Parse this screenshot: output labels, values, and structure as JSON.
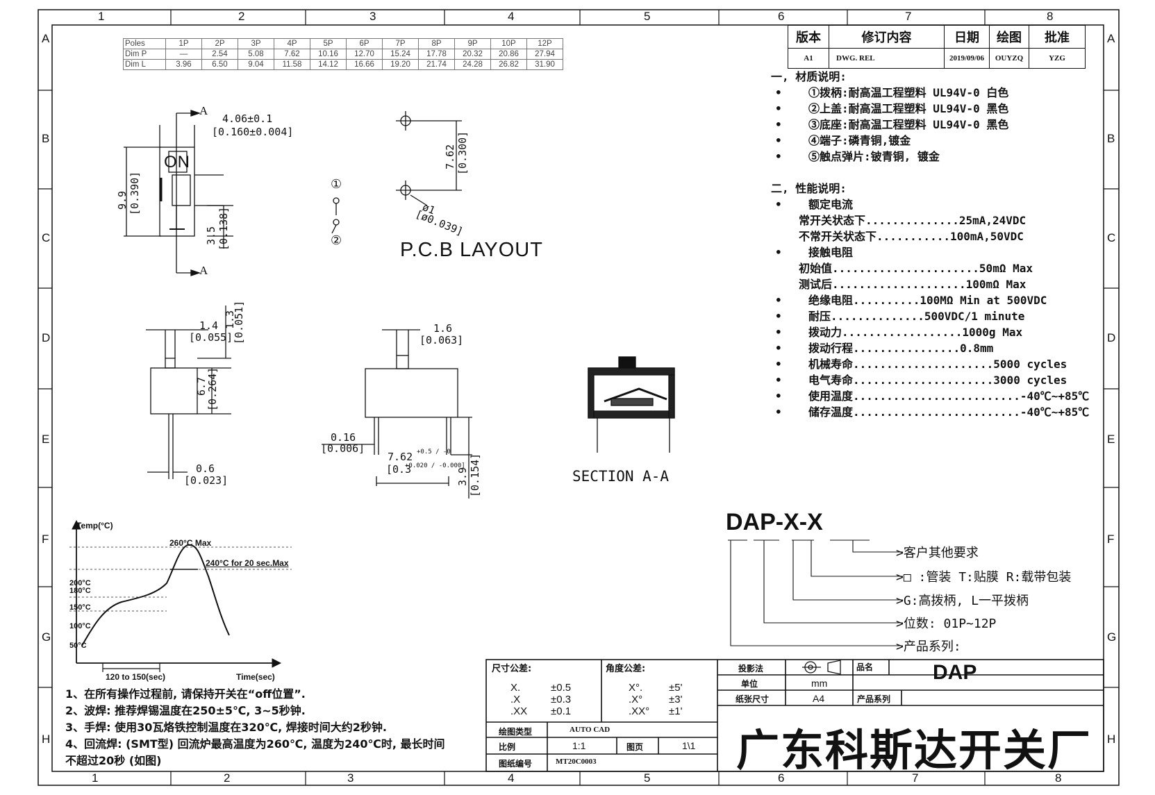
{
  "border": {
    "cols": [
      "1",
      "2",
      "3",
      "4",
      "5",
      "6",
      "7",
      "8"
    ],
    "rows": [
      "A",
      "B",
      "C",
      "D",
      "E",
      "F",
      "G",
      "H"
    ]
  },
  "poles_table": {
    "rows": [
      [
        "Poles",
        "1P",
        "2P",
        "3P",
        "4P",
        "5P",
        "6P",
        "7P",
        "8P",
        "9P",
        "10P",
        "12P"
      ],
      [
        "Dim P",
        "—",
        "2.54",
        "5.08",
        "7.62",
        "10.16",
        "12.70",
        "15.24",
        "17.78",
        "20.32",
        "20.86",
        "27.94"
      ],
      [
        "Dim L",
        "3.96",
        "6.50",
        "9.04",
        "11.58",
        "14.12",
        "16.66",
        "19.20",
        "21.74",
        "24.28",
        "26.82",
        "31.90"
      ]
    ]
  },
  "revision": {
    "headers": [
      "版本",
      "修订内容",
      "日期",
      "绘图",
      "批准"
    ],
    "row": [
      "A1",
      "DWG. REL",
      "2019/09/06",
      "OUYZQ",
      "YZG"
    ]
  },
  "top_view": {
    "section_label": "A",
    "width_mm": "4.06±0.1",
    "width_in": "[0.160±0.004]",
    "height_mm": "9.9",
    "height_in": "[0.390]",
    "offset_mm": "3.5",
    "offset_in": "[0.138]",
    "marking": "ON"
  },
  "schematic": {
    "pin1": "①",
    "pin2": "②"
  },
  "pcb": {
    "title": "P.C.B LAYOUT",
    "pitch_mm": "7.62",
    "pitch_in": "[0.300]",
    "hole_mm": "ø1",
    "hole_in": "[ø0.039]"
  },
  "side_view1": {
    "d1_mm": "1.4",
    "d1_in": "[0.055]",
    "d2_mm": "1.3",
    "d2_in": "[0.051]",
    "h_mm": "6.7",
    "h_in": "[0.264]",
    "pin_mm": "0.6",
    "pin_in": "[0.023]"
  },
  "side_view2": {
    "act_mm": "1.6",
    "act_in": "[0.063]",
    "th_mm": "0.16",
    "th_in": "[0.006]",
    "pitch_mm": "7.62",
    "pitch_tol": "+0.5 / -0",
    "pitch_in": "[0.3",
    "pitch_in_tol": "+0.020 / -0.000]",
    "leg_mm": "3.9",
    "leg_in": "[0.154]"
  },
  "section": {
    "label": "SECTION  A-A"
  },
  "materials": {
    "title": "一, 材质说明:",
    "items": [
      "①拨柄:耐高温工程塑料 UL94V-0 白色",
      "②上盖:耐高温工程塑料 UL94V-0 黑色",
      "③底座:耐高温工程塑料 UL94V-0 黑色",
      "④端子:磷青铜,镀金",
      "⑤触点弹片:铍青铜, 镀金"
    ]
  },
  "performance": {
    "title": "二, 性能说明:",
    "lines": [
      {
        "bullet": true,
        "text": "额定电流"
      },
      {
        "bullet": false,
        "text": "常开关状态下..............25mA,24VDC"
      },
      {
        "bullet": false,
        "text": "不常开关状态下...........100mA,50VDC"
      },
      {
        "bullet": true,
        "text": "接触电阻"
      },
      {
        "bullet": false,
        "text": "初始值......................50mΩ  Max"
      },
      {
        "bullet": false,
        "text": "测试后....................100mΩ  Max"
      },
      {
        "bullet": true,
        "text": "绝缘电阻..........100MΩ  Min at 500VDC"
      },
      {
        "bullet": true,
        "text": "耐压..............500VDC/1 minute"
      },
      {
        "bullet": true,
        "text": "拨动力..................1000g Max"
      },
      {
        "bullet": true,
        "text": "拨动行程................0.8mm"
      },
      {
        "bullet": true,
        "text": "机械寿命.....................5000 cycles"
      },
      {
        "bullet": true,
        "text": "电气寿命.....................3000 cycles"
      },
      {
        "bullet": true,
        "text": "使用温度.........................-40℃~+85℃"
      },
      {
        "bullet": true,
        "text": "储存温度.........................-40℃~+85℃"
      }
    ]
  },
  "part_number": {
    "code": "DAP-X-X",
    "legend": [
      "客户其他要求",
      "□ :管装  T:贴膜   R:载带包装",
      "G:高拨柄, L一平拨柄",
      "位数: 01P~12P",
      "产品系列:"
    ]
  },
  "solder_profile": {
    "ylabel": "Temp(°C)",
    "xlabel": "Time(sec)",
    "peak": "260°C Max",
    "dwell": "240°C for 20 sec.Max",
    "temps": [
      "200°C",
      "180°C",
      "150°C",
      "100°C",
      "50°C"
    ],
    "preheat": "120 to 150(sec)"
  },
  "notes": [
    "1、在所有操作过程前, 请保持开关在“off位置”.",
    "2、波焊: 推荐焊锡温度在250±5℃, 3~5秒钟.",
    "3、手焊: 使用30瓦烙铁控制温度在320℃, 焊接时间大约2秒钟.",
    "4、回流焊: (SMT型) 回流炉最高温度为260℃, 温度为240℃时, 最长时间",
    "不超过20秒 (如图)"
  ],
  "title_block": {
    "dim_tol_title": "尺寸公差:",
    "dim_tol": [
      [
        "X.",
        "±0.5"
      ],
      [
        ".X",
        "±0.3"
      ],
      [
        ".XX",
        "±0.1"
      ]
    ],
    "ang_tol_title": "角度公差:",
    "ang_tol": [
      [
        "X°.",
        "±5'"
      ],
      [
        ".X°",
        "±3'"
      ],
      [
        ".XX°",
        "±1'"
      ]
    ],
    "proj_label": "投影法",
    "unit_label": "单位",
    "unit_value": "mm",
    "paper_label": "纸张尺寸",
    "paper_value": "A4",
    "name_label": "品名",
    "name_value": "DAP",
    "series_label": "产品系列",
    "sw_label": "绘图类型",
    "sw_value": "AUTO CAD",
    "scale_label": "比例",
    "scale_value": "1:1",
    "page_label": "图页",
    "page_value": "1\\1",
    "dwg_label": "图纸编号",
    "dwg_value": "MT20C0003",
    "company": "广东科斯达开关厂"
  }
}
